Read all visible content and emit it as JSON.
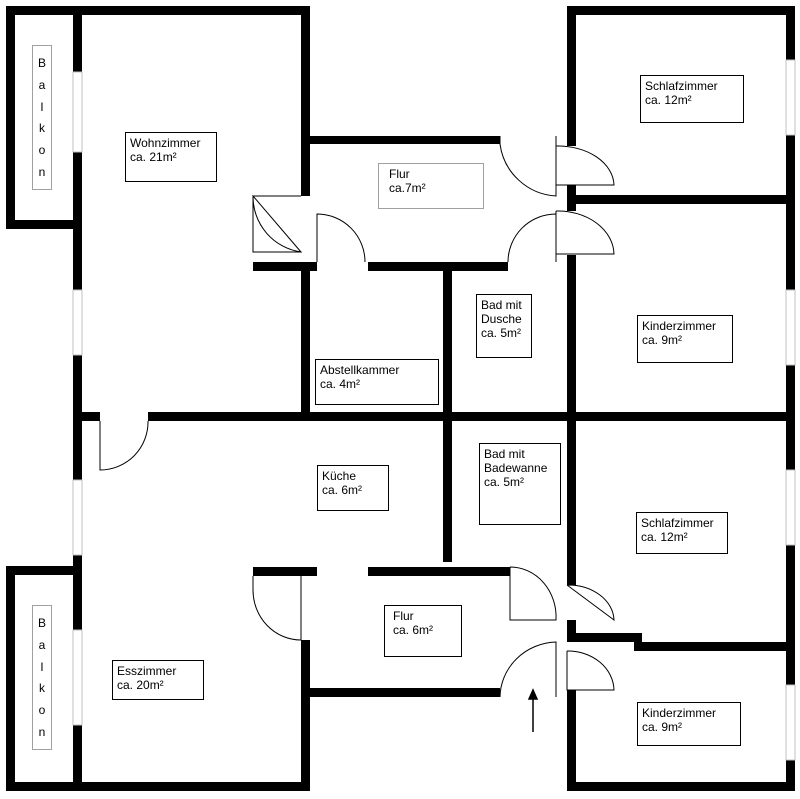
{
  "rooms": {
    "wohnzimmer": {
      "name": "Wohnzimmer",
      "area": "ca. 21m²"
    },
    "flur_top": {
      "name": "Flur",
      "area": "ca.7m²"
    },
    "schlafzimmer_top": {
      "name": "Schlafzimmer",
      "area": "ca. 12m²"
    },
    "kinderzimmer_top": {
      "name": "Kinderzimmer",
      "area": "ca. 9m²"
    },
    "bad_dusche": {
      "line1": "Bad mit",
      "line2": "Dusche",
      "area": "ca. 5m²"
    },
    "abstellkammer": {
      "name": "Abstellkammer",
      "area": "ca. 4m²"
    },
    "kueche": {
      "name": "Küche",
      "area": "ca. 6m²"
    },
    "bad_wanne": {
      "line1": "Bad mit",
      "line2": "Badewanne",
      "area": "ca. 5m²"
    },
    "schlafzimmer_bottom": {
      "name": "Schlafzimmer",
      "area": "ca. 12m²"
    },
    "flur_bottom": {
      "name": "Flur",
      "area": "ca. 6m²"
    },
    "esszimmer": {
      "name": "Esszimmer",
      "area": "ca. 20m²"
    },
    "kinderzimmer_bottom": {
      "name": "Kinderzimmer",
      "area": "ca. 9m²"
    }
  },
  "balconies": {
    "top": {
      "letters": [
        "B",
        "a",
        "l",
        "k",
        "o",
        "n"
      ]
    },
    "bottom": {
      "letters": [
        "B",
        "a",
        "l",
        "k",
        "o",
        "n"
      ]
    }
  },
  "colors": {
    "wall": "#000000",
    "window": "#c0c0c0",
    "label_border": "#000000",
    "balcony_border": "#a0a0a0"
  }
}
